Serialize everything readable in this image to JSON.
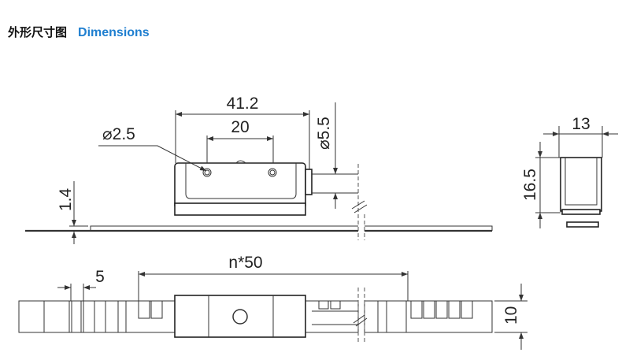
{
  "header": {
    "title_cn": "外形尺寸图",
    "title_en": "Dimensions",
    "accent_color": "#1f7fd0"
  },
  "front_view": {
    "length": "41.2",
    "hole_spacing": "20",
    "hole_diameter": "⌀2.5",
    "cable_diameter": "⌀5.5",
    "offset_height": "1.4"
  },
  "side_view": {
    "width": "13",
    "height": "16.5"
  },
  "bottom_view": {
    "pitch": "5",
    "spacing": "n*50",
    "tape_width": "10"
  }
}
